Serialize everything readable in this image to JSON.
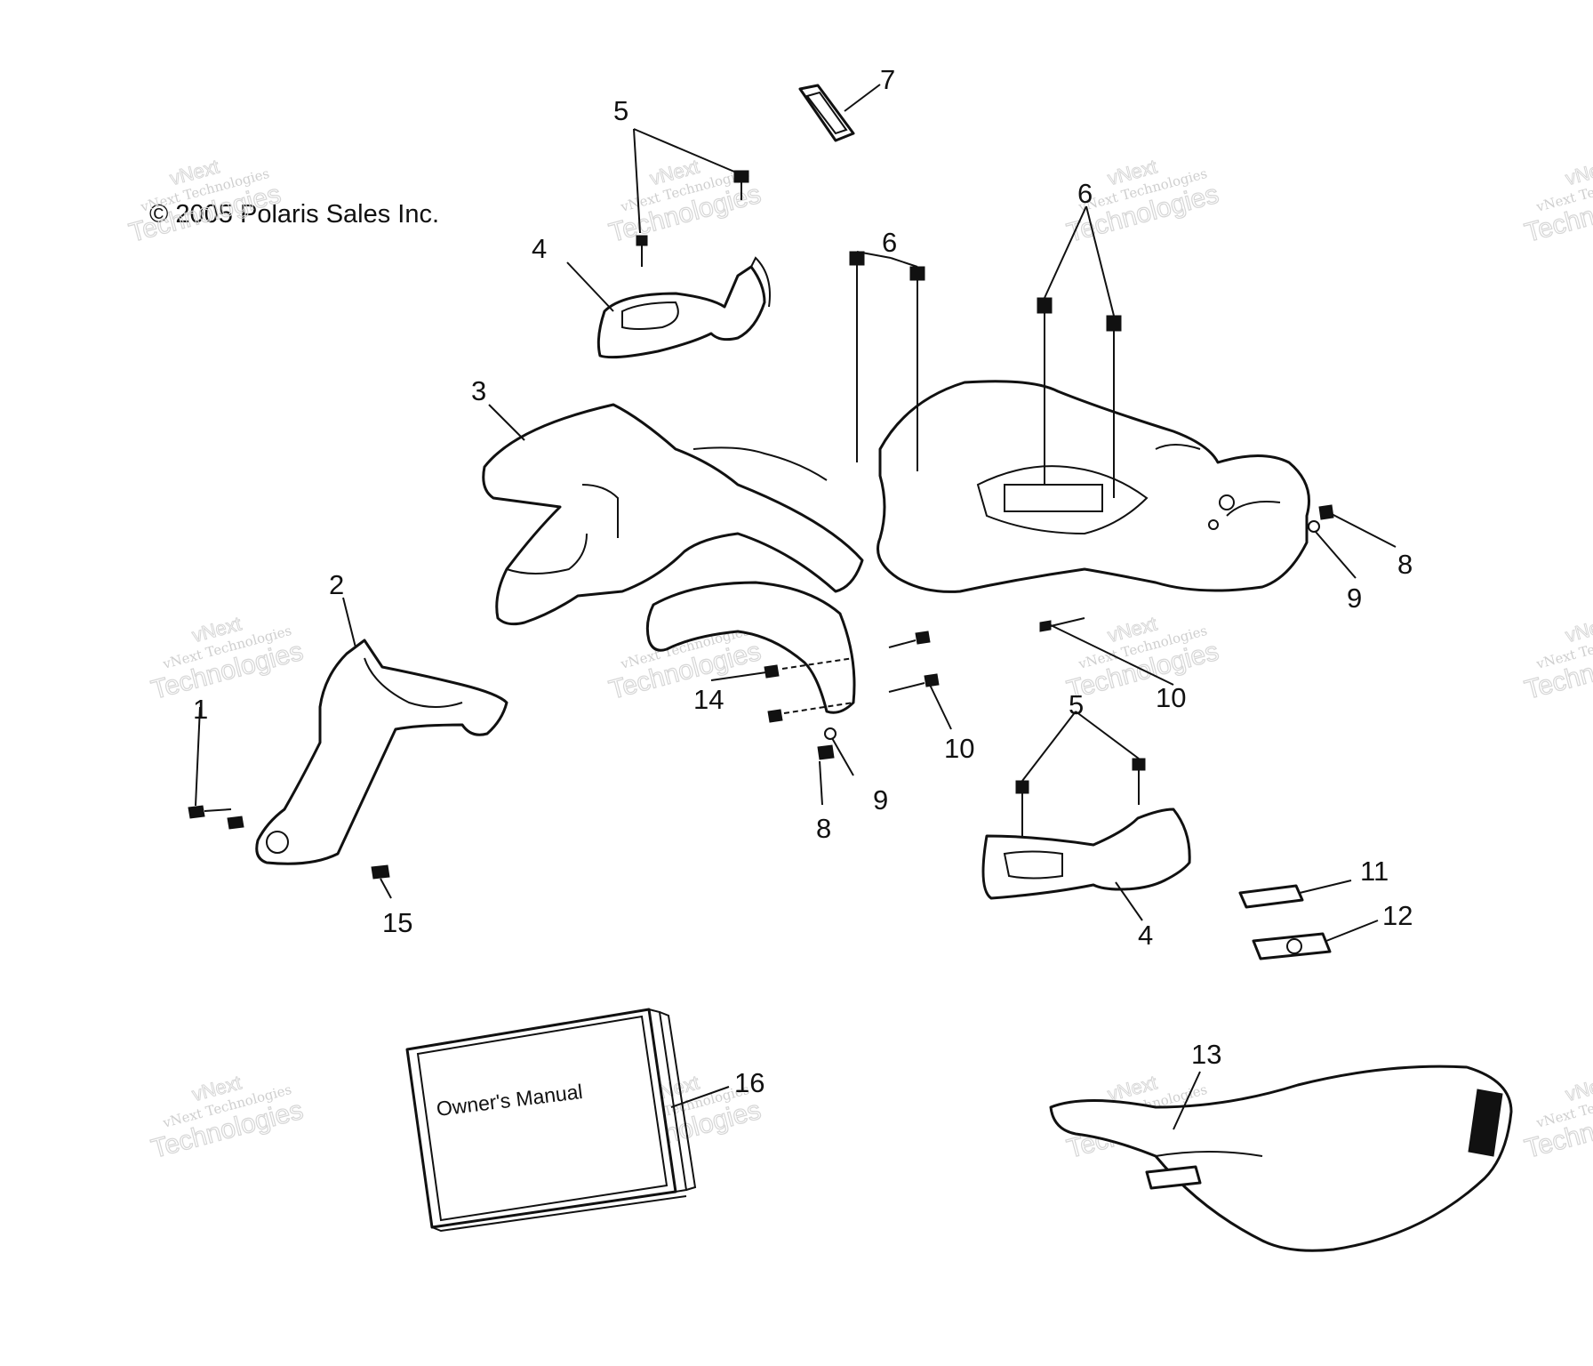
{
  "copyright": "© 2005 Polaris Sales Inc.",
  "manual_text": "Owner's Manual",
  "watermark": {
    "line1": "vNext Technologies",
    "line2": "Technologies",
    "line3": "vNext"
  },
  "callouts": {
    "c1": "1",
    "c2": "2",
    "c3": "3",
    "c4a": "4",
    "c4b": "4",
    "c5a": "5",
    "c5b": "5",
    "c6a": "6",
    "c6b": "6",
    "c7": "7",
    "c8a": "8",
    "c8b": "8",
    "c9a": "9",
    "c9b": "9",
    "c10a": "10",
    "c10b": "10",
    "c11": "11",
    "c12": "12",
    "c13": "13",
    "c14": "14",
    "c15": "15",
    "c16": "16"
  }
}
